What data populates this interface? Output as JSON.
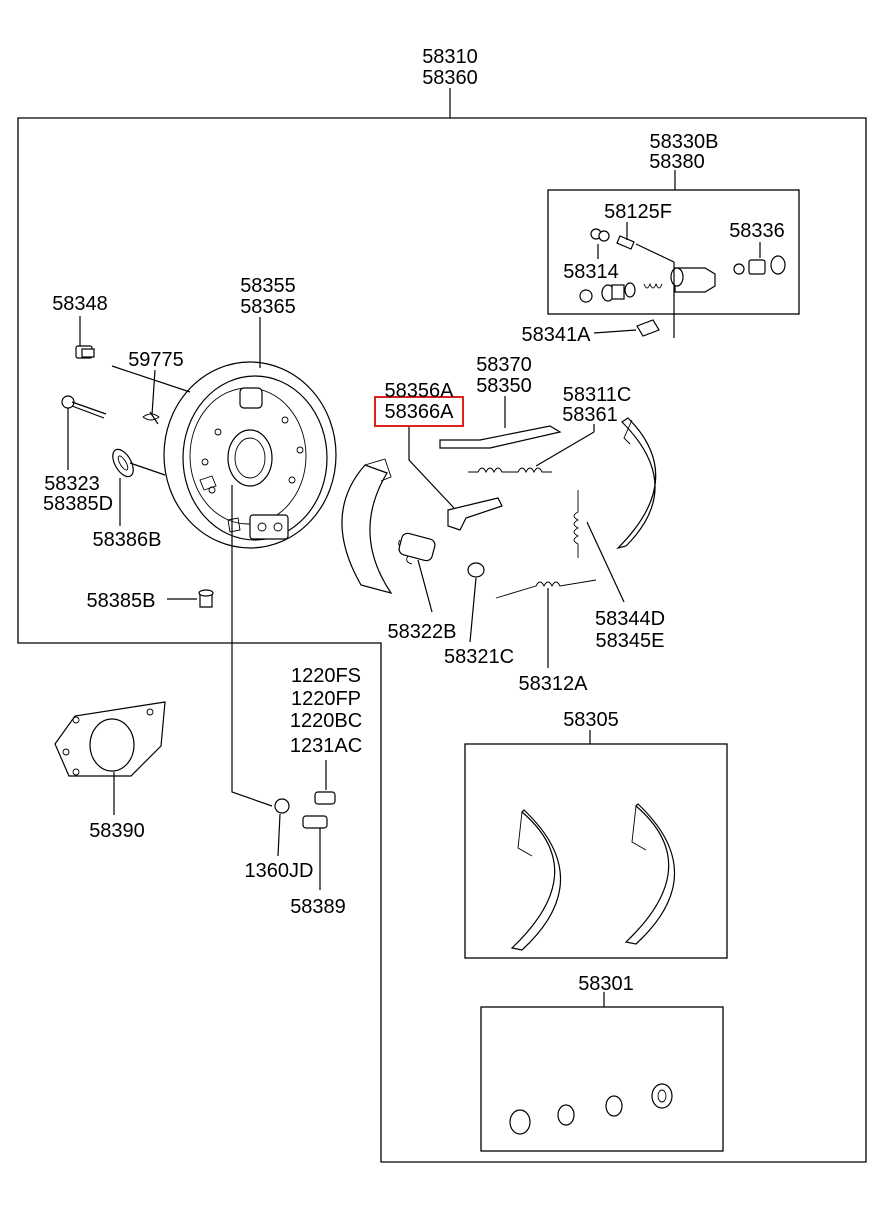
{
  "diagram": {
    "labels": {
      "assembly_1": "58310",
      "assembly_2": "58360",
      "cyl_1": "58330B",
      "cyl_2": "58380",
      "bleeder": "58125F",
      "cyl_kit": "58336",
      "cap": "58314",
      "boot": "58341A",
      "backing_1": "58355",
      "backing_2": "58365",
      "plug": "58348",
      "clip": "59775",
      "pin_1": "58323",
      "pin_2": "58385D",
      "grommet": "58386B",
      "hole_plug": "58385B",
      "strut_1": "58370",
      "strut_2": "58350",
      "lever_1": "58356A",
      "lever_2": "58366A",
      "spring_up_1": "58311C",
      "spring_up_2": "58361",
      "spring_ret_1": "58344D",
      "spring_ret_2": "58345E",
      "adj_spring": "58322B",
      "washer": "58321C",
      "lower_spring": "58312A",
      "bolt_1": "1220FS",
      "bolt_2": "1220FP",
      "bolt_3": "1220BC",
      "bolt_4": "1231AC",
      "spacer": "58390",
      "nut": "1360JD",
      "bolt_5": "58389",
      "shoe_kit": "58305",
      "repair_kit": "58301"
    },
    "highlighted_label": "58366A",
    "highlight_color": "#e0201c"
  }
}
